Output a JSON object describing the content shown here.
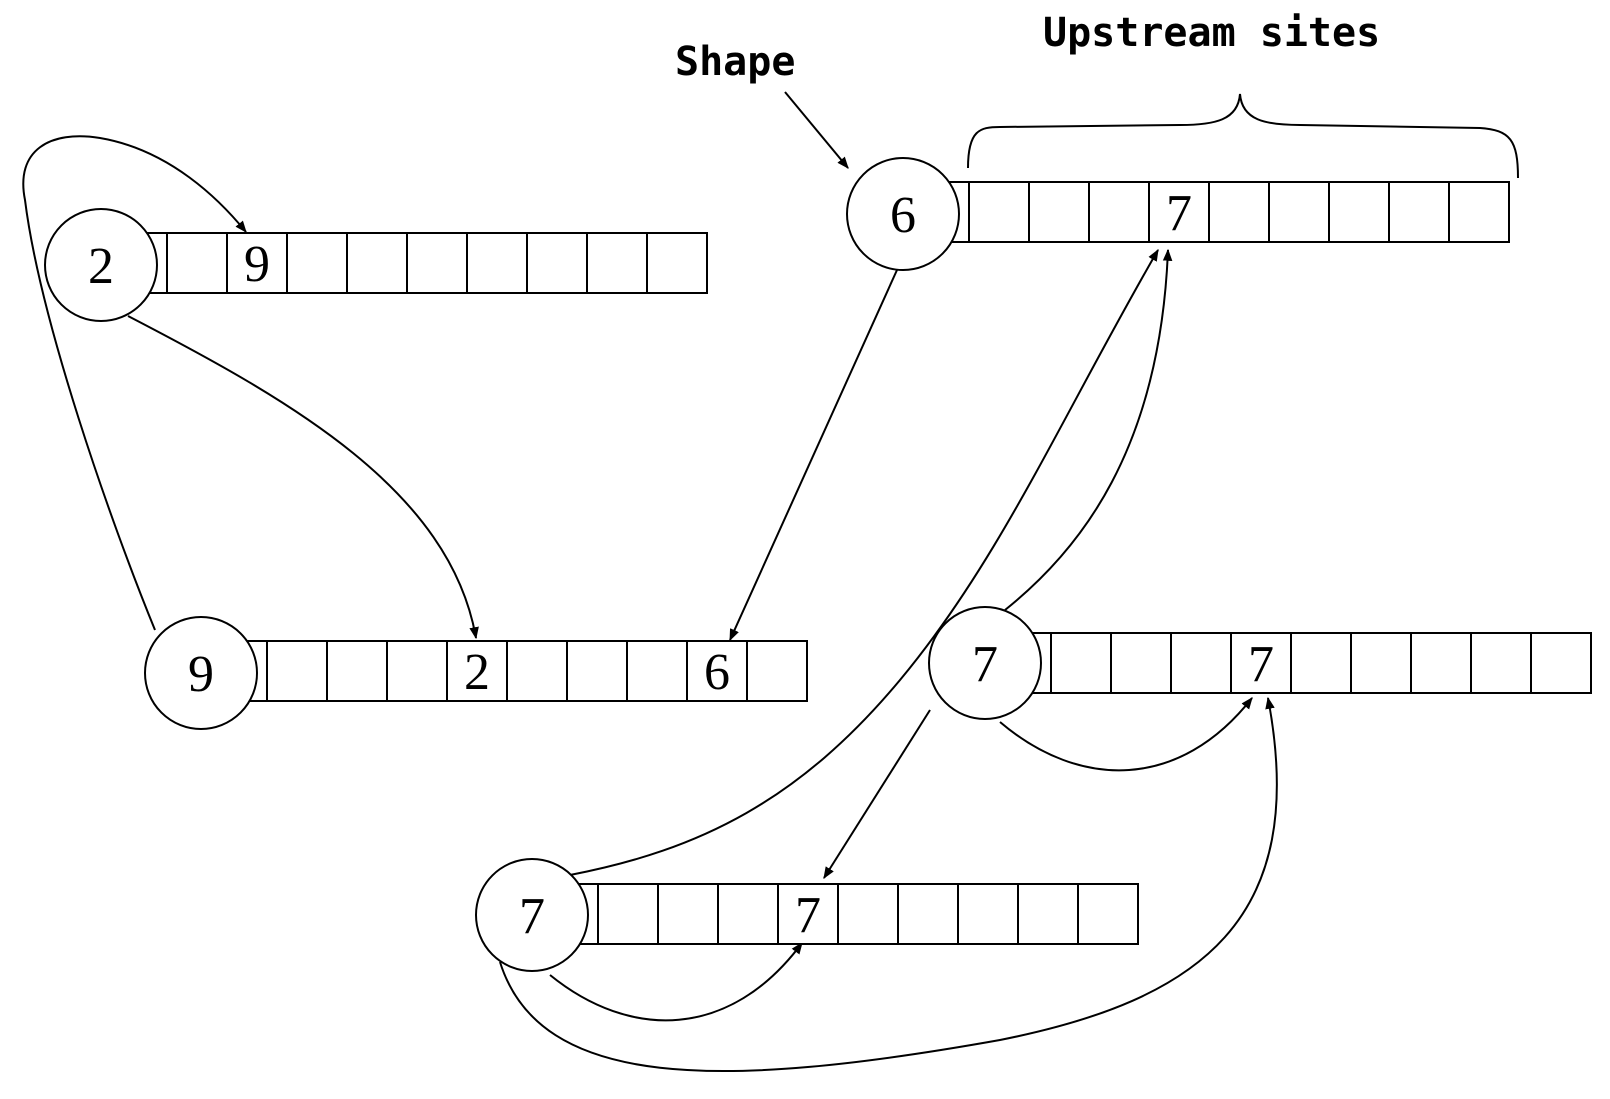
{
  "annotations": {
    "shape_label": "Shape",
    "upstream_label": "Upstream sites"
  },
  "colors": {
    "ink": "#000000",
    "background": "#ffffff"
  },
  "nodes": [
    {
      "id": "n2",
      "shape": "2",
      "sites": [
        "",
        "9",
        "",
        "",
        "",
        "",
        "",
        "",
        ""
      ]
    },
    {
      "id": "n9",
      "shape": "9",
      "sites": [
        "",
        "",
        "",
        "2",
        "",
        "",
        "",
        "6",
        ""
      ]
    },
    {
      "id": "n6",
      "shape": "6",
      "sites": [
        "",
        "",
        "",
        "7",
        "",
        "",
        "",
        "",
        ""
      ]
    },
    {
      "id": "n7a",
      "shape": "7",
      "sites": [
        "",
        "",
        "",
        "7",
        "",
        "",
        "",
        "",
        ""
      ]
    },
    {
      "id": "n7b",
      "shape": "7",
      "sites": [
        "",
        "",
        "",
        "7",
        "",
        "",
        "",
        "",
        ""
      ]
    }
  ],
  "links": [
    {
      "from": "n9",
      "to": "n2",
      "site": 1
    },
    {
      "from": "n2",
      "to": "n9",
      "site": 3
    },
    {
      "from": "n6",
      "to": "n9",
      "site": 7
    },
    {
      "from": "n7a",
      "to": "n6",
      "site": 3
    },
    {
      "from": "n7b",
      "to": "n6",
      "site": 3
    },
    {
      "from": "n7a",
      "to": "n7a",
      "site": 3
    },
    {
      "from": "n7a",
      "to": "n7b",
      "site": 3
    },
    {
      "from": "n7b",
      "to": "n7b",
      "site": 3
    },
    {
      "from": "n7b",
      "to": "n7a",
      "site": 3
    }
  ]
}
